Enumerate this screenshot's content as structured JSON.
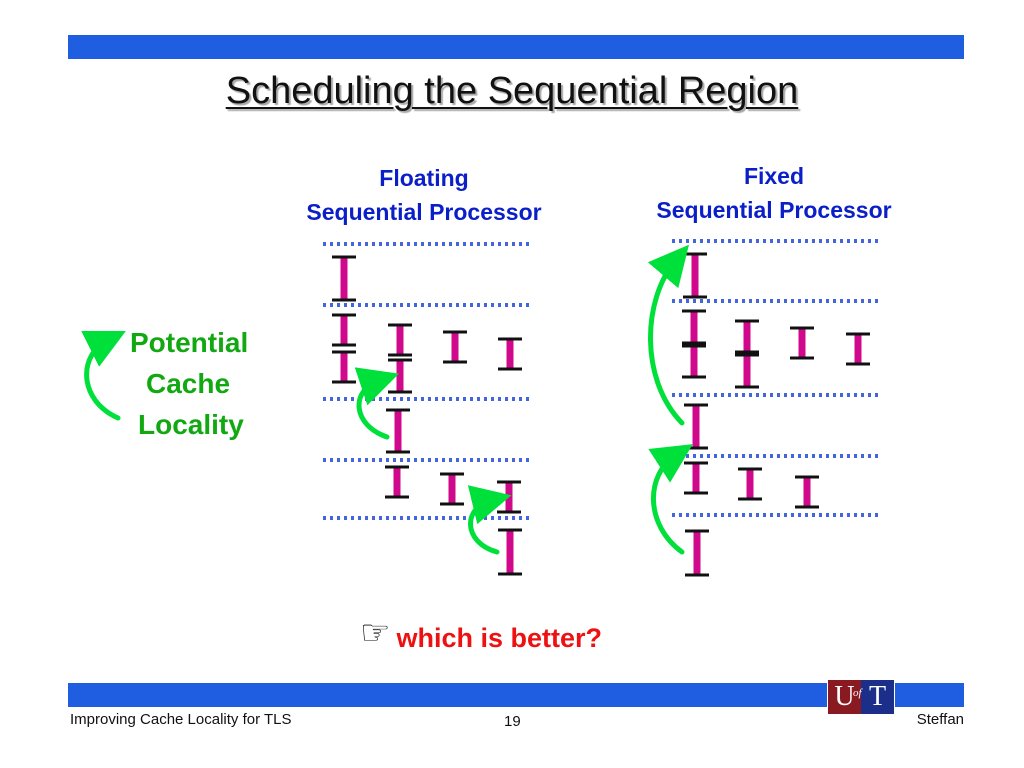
{
  "slide": {
    "title": "Scheduling the Sequential Region"
  },
  "columns": {
    "floating": {
      "line1": "Floating",
      "line2": "Sequential Processor"
    },
    "fixed": {
      "line1": "Fixed",
      "line2": "Sequential Processor"
    }
  },
  "annotation": {
    "line1": "Potential",
    "line2": "Cache",
    "line3": "Locality"
  },
  "question": {
    "icon": "pointing-hand-icon",
    "text": "which is better?"
  },
  "footer": {
    "left": "Improving Cache Locality for TLS",
    "page": "19",
    "right": "Steffan",
    "logo_u": "U",
    "logo_of": "of",
    "logo_t": "T"
  },
  "colors": {
    "bar": "#1f5ee0",
    "heading": "#0a1fc8",
    "annotation": "#12a812",
    "arrow": "#00e03a",
    "dotted_line": "#4466dd",
    "epoch": "#d0088c",
    "question": "#ee1111"
  }
}
